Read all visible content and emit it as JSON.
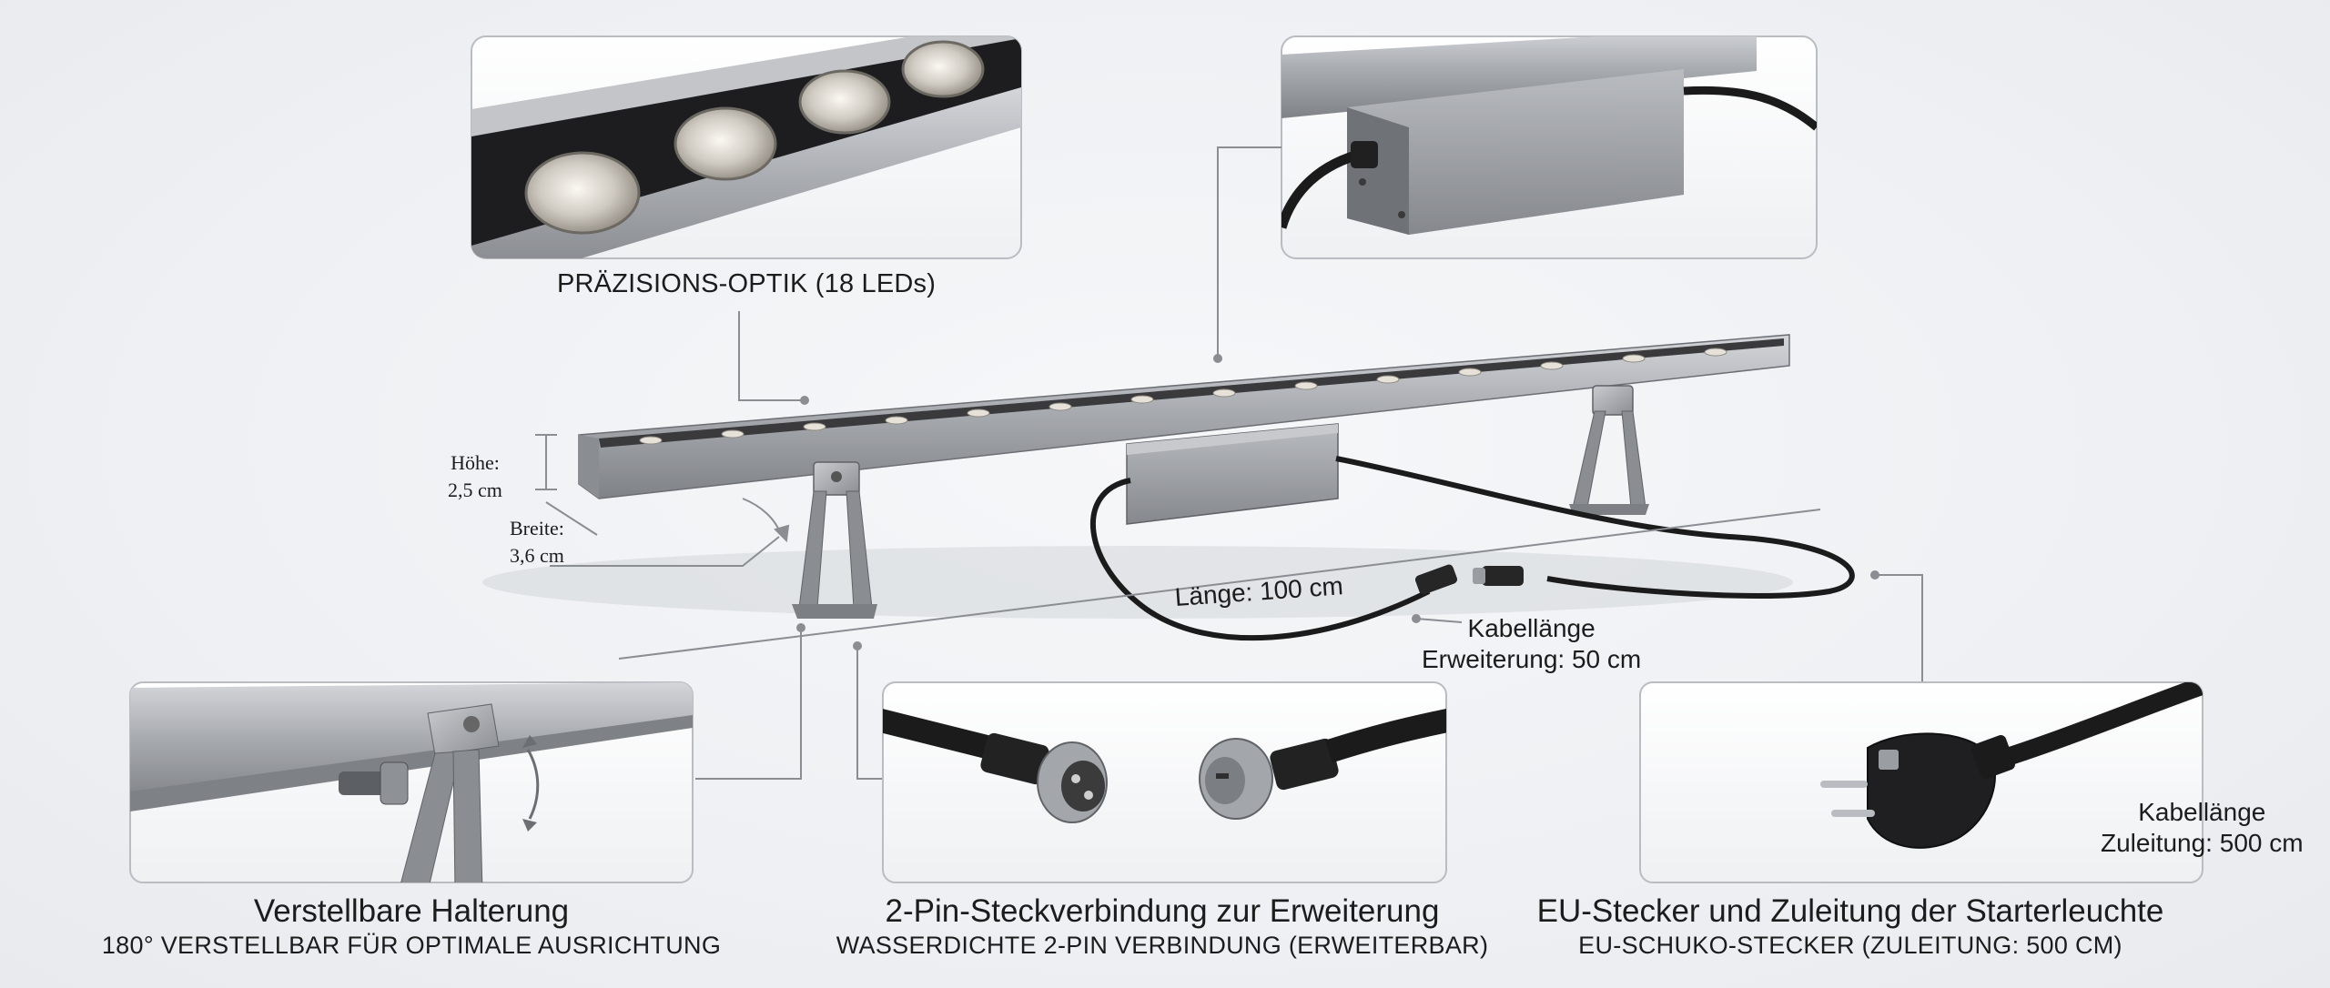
{
  "labels": {
    "optik": "PRÄZISIONS-OPTIK (18 LEDs)",
    "hoehe_label": "Höhe:",
    "hoehe_value": "2,5 cm",
    "breite_label": "Breite:",
    "breite_value": "3,6 cm",
    "laenge": "Länge: 100 cm",
    "kabel_ext_line1": "Kabellänge",
    "kabel_ext_line2": "Erweiterung: 50 cm",
    "kabel_zul_line1": "Kabellänge",
    "kabel_zul_line2": "Zuleitung: 500 cm"
  },
  "features": [
    {
      "title": "Verstellbare Halterung",
      "subtitle": "180° VERSTELLBAR FÜR OPTIMALE AUSRICHTUNG"
    },
    {
      "title": "2-Pin-Steckverbindung zur Erweiterung",
      "subtitle": "WASSERDICHTE 2-PIN VERBINDUNG (ERWEITERBAR)"
    },
    {
      "title": "EU-Stecker und Zuleitung der Starterleuchte",
      "subtitle": "EU-SCHUKO-STECKER (ZULEITUNG: 500 CM)"
    }
  ],
  "colors": {
    "aluminium": "#a9acb1",
    "lens": "#d9d6d0",
    "cable": "#1b1b1b",
    "panel_border": "#b9bcc1"
  }
}
